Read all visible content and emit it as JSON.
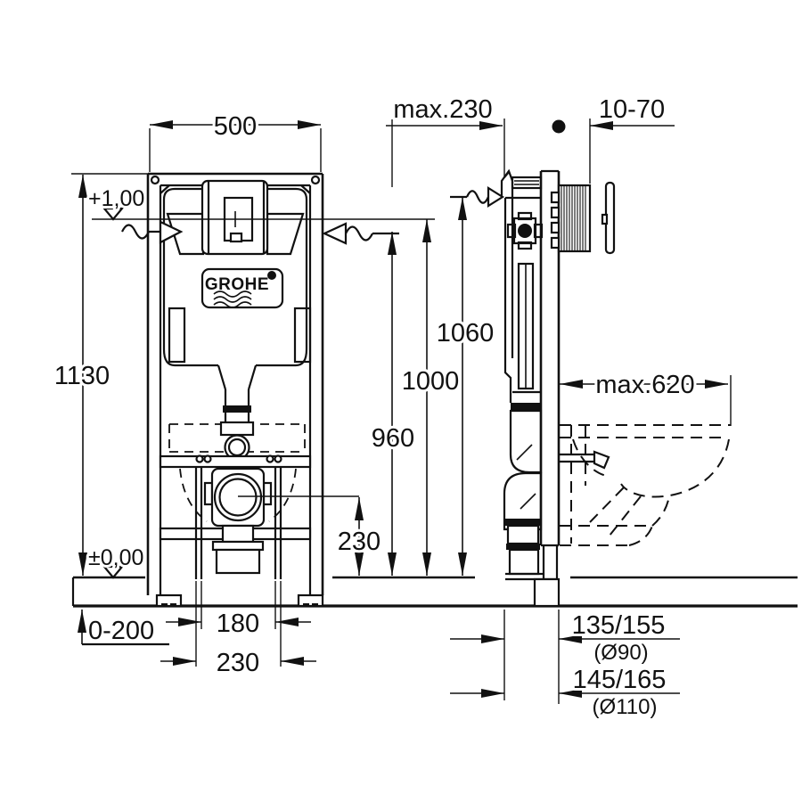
{
  "drawing": {
    "brand": "GROHE",
    "colors": {
      "line": "#111111",
      "background": "#ffffff"
    },
    "labels": {
      "width": "500",
      "depth_max": "max.230",
      "plate_offset": "10-70",
      "height_total": "1130",
      "h1060": "1060",
      "h1000": "1000",
      "h960": "960",
      "level_plus": "+1,00",
      "level_zero": "±0,00",
      "feet_range": "0-200",
      "drain_height": "230",
      "stud_180": "180",
      "stud_230": "230",
      "bowl_depth_max": "max.620",
      "outlet90": "135/155",
      "outlet90_d": "(Ø90)",
      "outlet110": "145/165",
      "outlet110_d": "(Ø110)"
    }
  }
}
